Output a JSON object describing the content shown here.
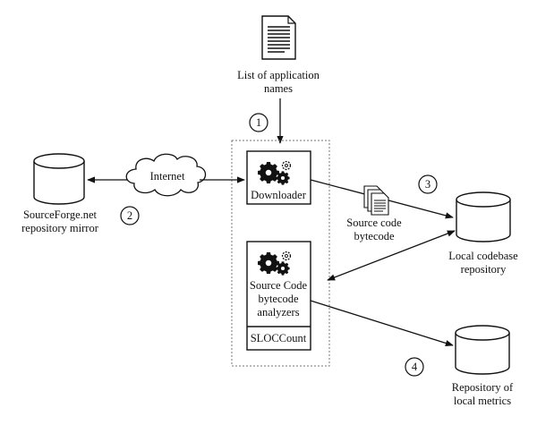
{
  "document_node": {
    "label_lines": [
      "List of application",
      "names"
    ],
    "icon": "document-icon"
  },
  "steps": [
    "1",
    "2",
    "3",
    "4"
  ],
  "sourceforge": {
    "label_lines": [
      "SourceForge.net",
      "repository mirror"
    ],
    "icon": "database-icon"
  },
  "internet": {
    "label": "Internet",
    "icon": "cloud-icon"
  },
  "downloader": {
    "label": "Downloader",
    "icon": "gears-icon"
  },
  "files": {
    "label_lines": [
      "Source code",
      "bytecode"
    ],
    "icon": "file-stack-icon"
  },
  "local_codebase": {
    "label_lines": [
      "Local codebase",
      "repository"
    ],
    "icon": "database-icon"
  },
  "analyzers": {
    "label_lines": [
      "Source Code",
      "bytecode",
      "analyzers"
    ],
    "sub_label": "SLOCCount",
    "icon": "gears-icon"
  },
  "metrics_repo": {
    "label_lines": [
      "Repository of",
      "local metrics"
    ],
    "icon": "database-icon"
  }
}
